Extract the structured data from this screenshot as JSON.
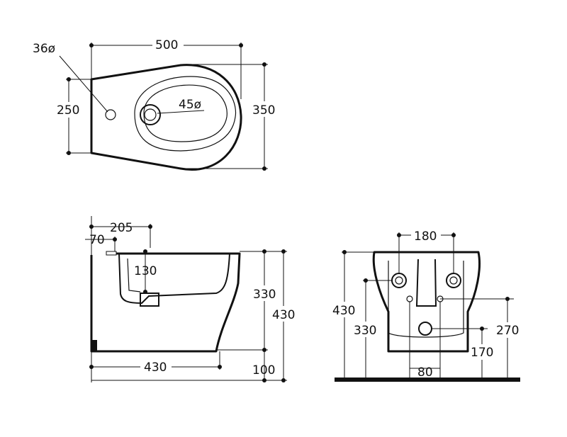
{
  "top_view": {
    "width": "500",
    "depth": "350",
    "rear_width": "250",
    "hole_small": "36ø",
    "hole_drain": "45ø"
  },
  "side_view": {
    "offset_a": "205",
    "offset_b": "70",
    "drain_depth": "130",
    "bowl_height": "330",
    "total_height": "430",
    "base_length": "430",
    "base_offset": "100"
  },
  "front_view": {
    "hole_spacing": "180",
    "total_height": "430",
    "inlet_height": "330",
    "upper_hole_height": "270",
    "drain_height": "170",
    "drain_width": "80"
  }
}
